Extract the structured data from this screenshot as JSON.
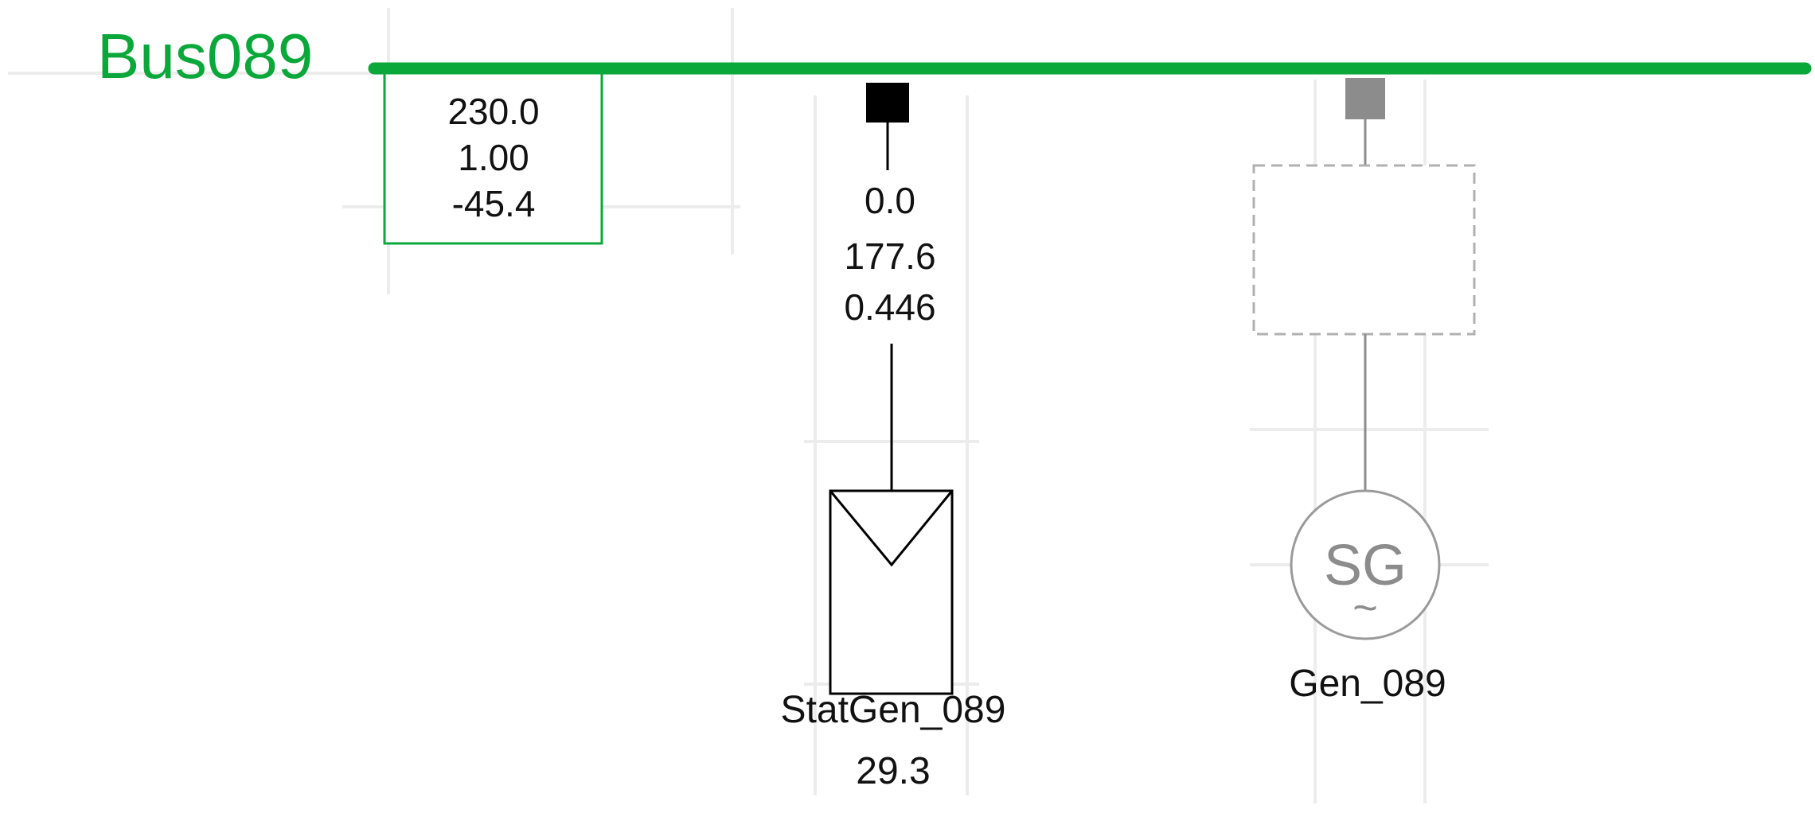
{
  "bus": {
    "name": "Bus089",
    "color": "#0aa83a",
    "result_box": [
      "230.0",
      "1.00",
      "-45.4"
    ]
  },
  "static_generator": {
    "name": "StatGen_089",
    "loading": "29.3",
    "branch_results": [
      "0.0",
      "177.6",
      "0.446"
    ],
    "breaker_state": "closed",
    "icon": "pv-array-icon",
    "color": "#000000"
  },
  "synchronous_generator": {
    "name": "Gen_089",
    "symbol_text": "SG",
    "symbol_tilde": "~",
    "breaker_state": "out-of-service",
    "icon": "synchronous-generator-icon",
    "color": "#8c8c8c"
  }
}
